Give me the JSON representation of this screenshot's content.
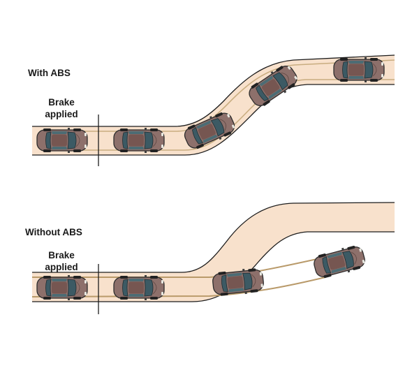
{
  "scenarios": [
    {
      "id": "with-abs",
      "title": "With ABS",
      "brake_label": "Brake\napplied"
    },
    {
      "id": "without-abs",
      "title": "Without ABS",
      "brake_label": "Brake\napplied"
    }
  ],
  "colors": {
    "road_fill": "#f8e1cc",
    "road_edge": "#1c1c1c",
    "tyre_track": "#b99a6a",
    "car_body": "#8a6d68",
    "car_glass": "#3e5a63",
    "car_roof": "#7a5954"
  },
  "icons": [
    "car-icon"
  ]
}
